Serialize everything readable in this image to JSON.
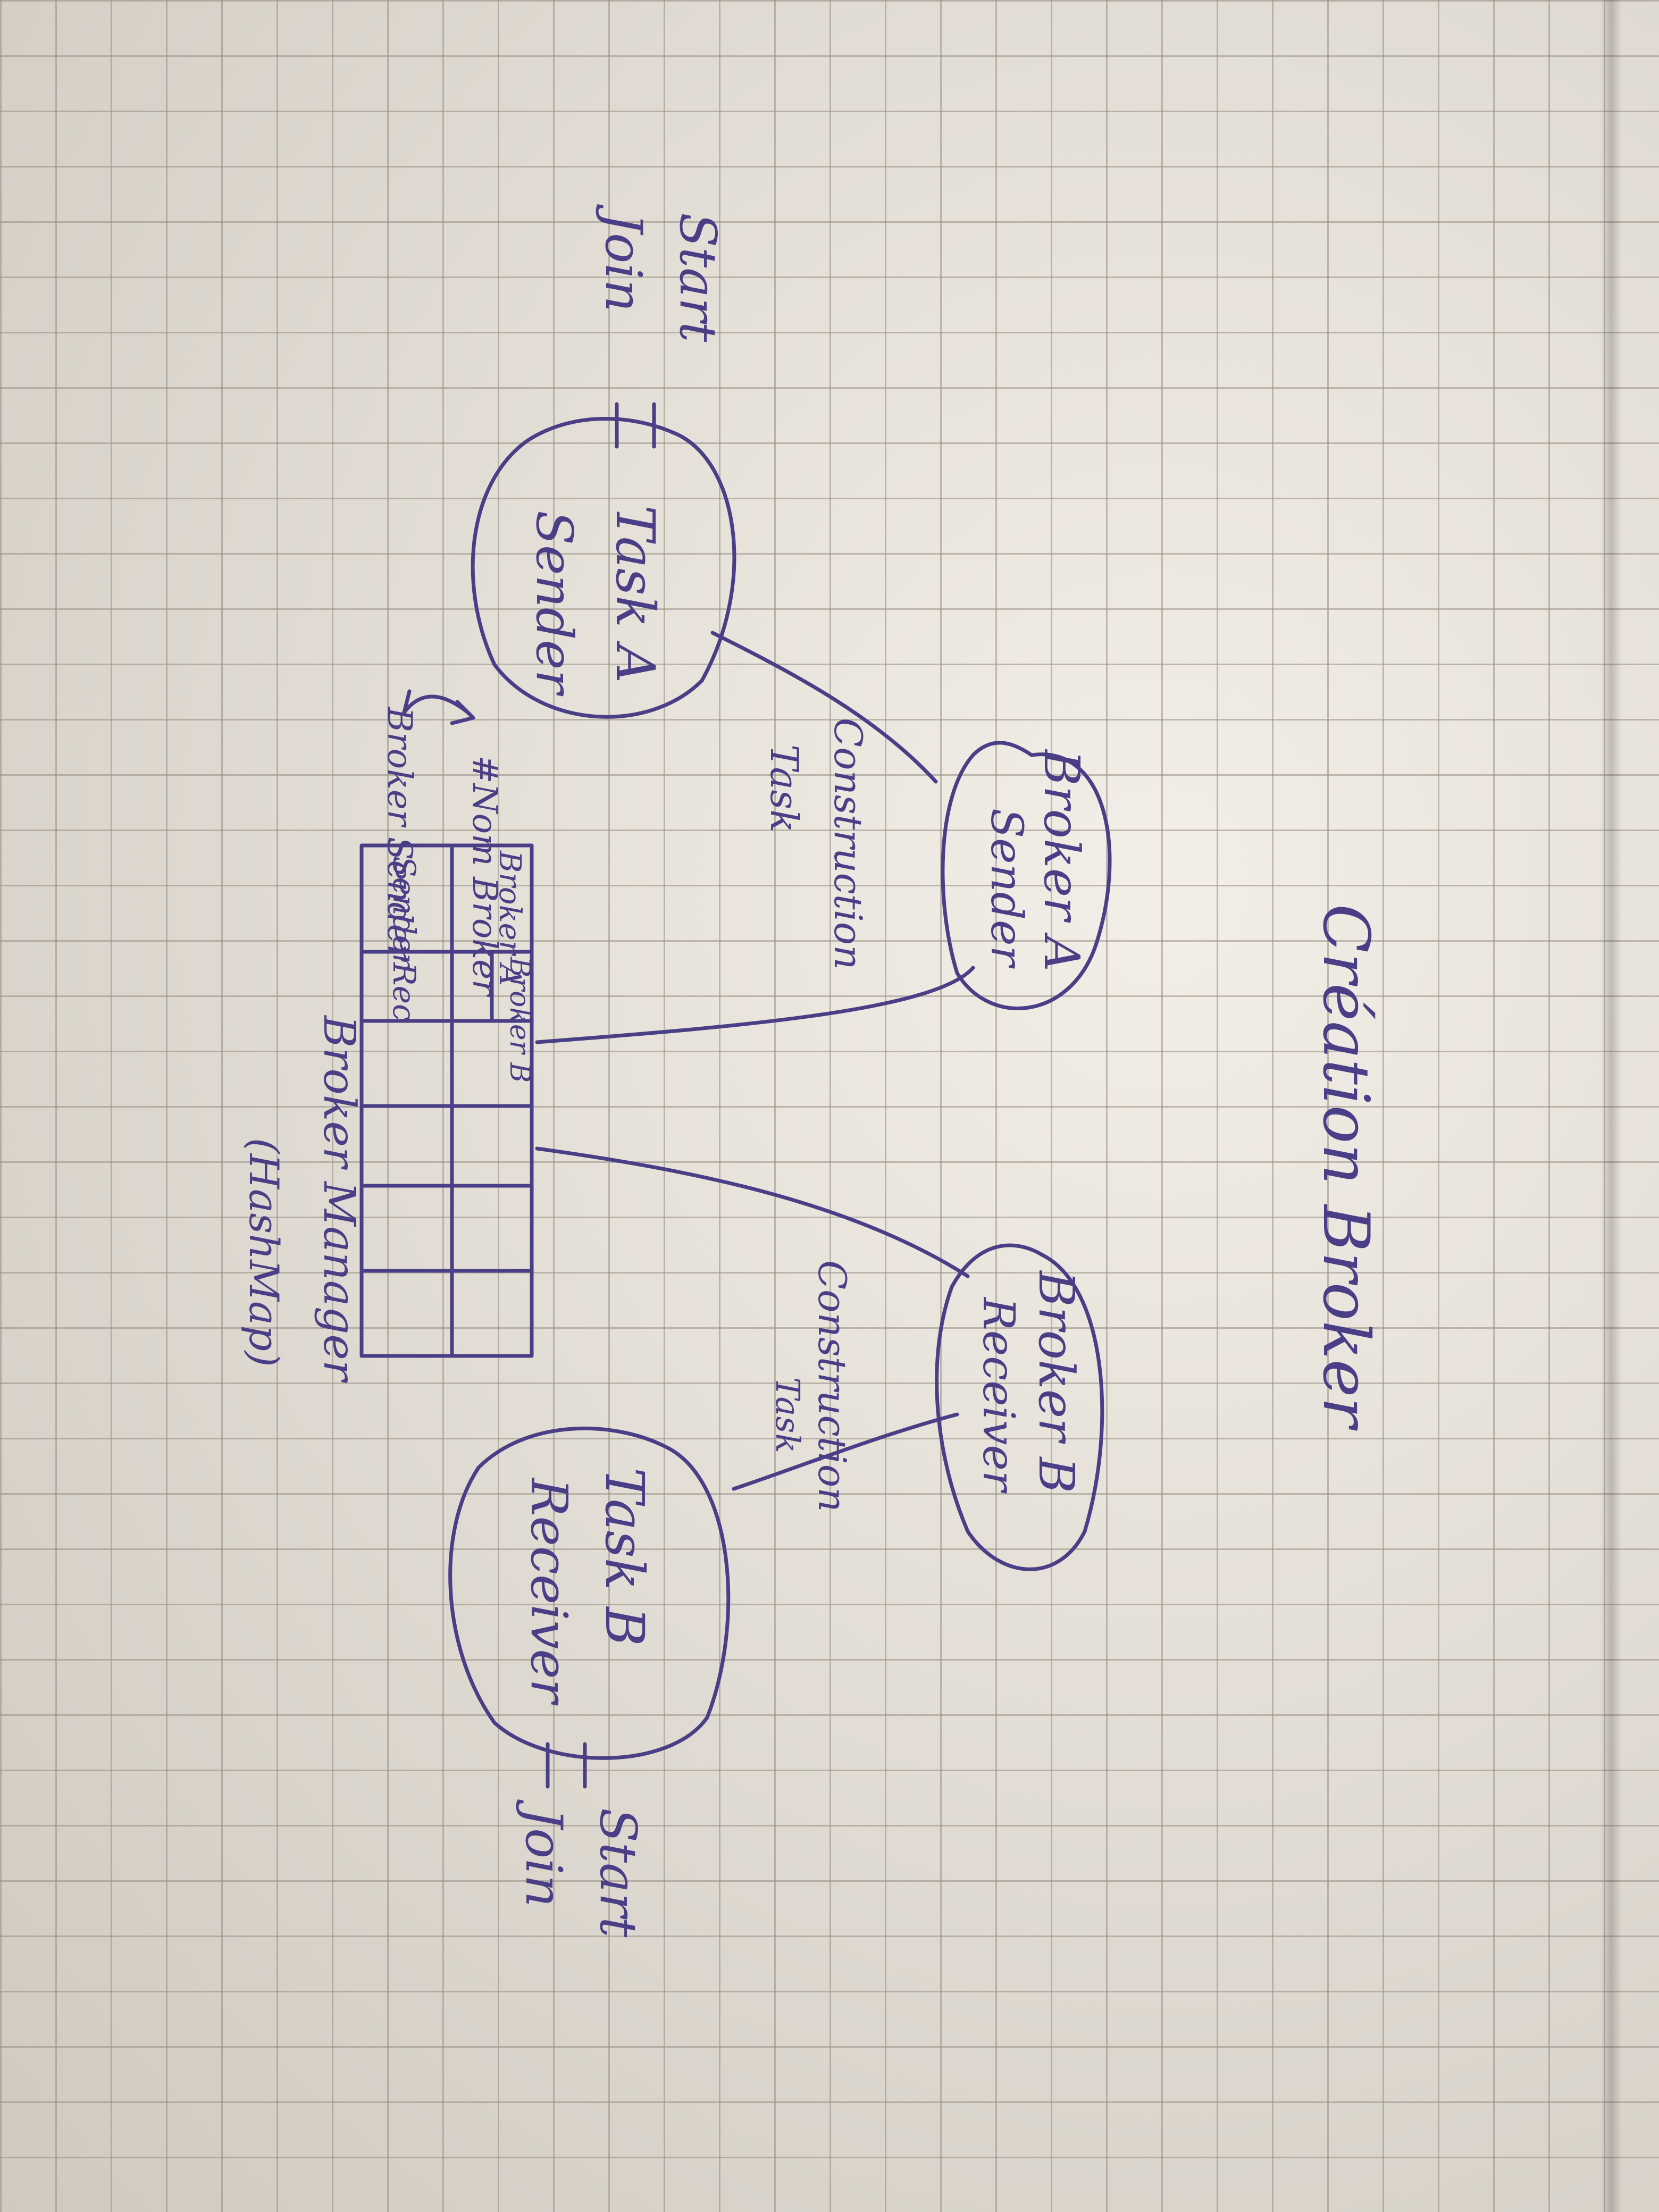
{
  "diagram": {
    "title": "Création Broker",
    "nodes": {
      "task_a": [
        "Task A",
        "Sender"
      ],
      "broker_a": [
        "Broker A",
        "Sender"
      ],
      "broker_b": [
        "Broker B",
        "Receiver"
      ],
      "task_b": [
        "Task B",
        "Receiver"
      ]
    },
    "task_a_io": [
      "Start",
      "Join"
    ],
    "task_b_io": [
      "Start",
      "Join"
    ],
    "edge_labels": {
      "construct_a": [
        "Construction",
        "Task"
      ],
      "construct_b": [
        "Construction",
        "Task"
      ]
    },
    "table": {
      "header_row": [
        "#Nom Broker",
        "Broker A",
        "Broker B"
      ],
      "second_row": [
        "Broker Sender",
        "Sender",
        "Rec"
      ],
      "caption": [
        "Broker Manager",
        "(HashMap)"
      ]
    }
  },
  "colors": {
    "ink": "#4a3f86",
    "paper": "#ece5da",
    "grid": "#968c82"
  }
}
